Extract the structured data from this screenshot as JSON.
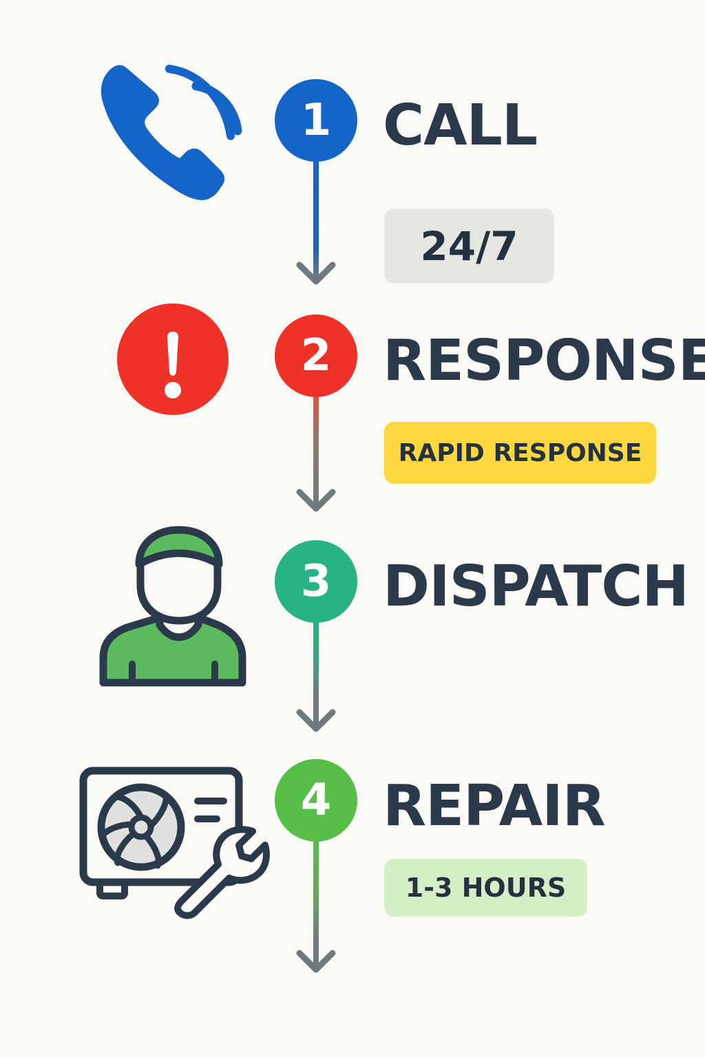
{
  "steps": [
    {
      "number": "1",
      "title": "CALL",
      "badge": "24/7",
      "icon": "phone-icon",
      "color": "#1565c8",
      "badge_bg": "#e6e6e3"
    },
    {
      "number": "2",
      "title": "RESPONSE",
      "badge": "RAPID RESPONSE",
      "icon": "alert-icon",
      "color": "#ee3228",
      "badge_bg": "#fcd83e"
    },
    {
      "number": "3",
      "title": "DISPATCH",
      "badge": null,
      "icon": "technician-icon",
      "color": "#27b383",
      "badge_bg": null
    },
    {
      "number": "4",
      "title": "REPAIR",
      "badge": "1-3 HOURS",
      "icon": "ac-repair-icon",
      "color": "#55bf48",
      "badge_bg": "#d4eec6"
    }
  ],
  "colors": {
    "text": "#2b3a4a",
    "arrow_gray": "#6f7a80",
    "icon_stroke": "#2b3a4a",
    "background": "#fcfaf6"
  }
}
